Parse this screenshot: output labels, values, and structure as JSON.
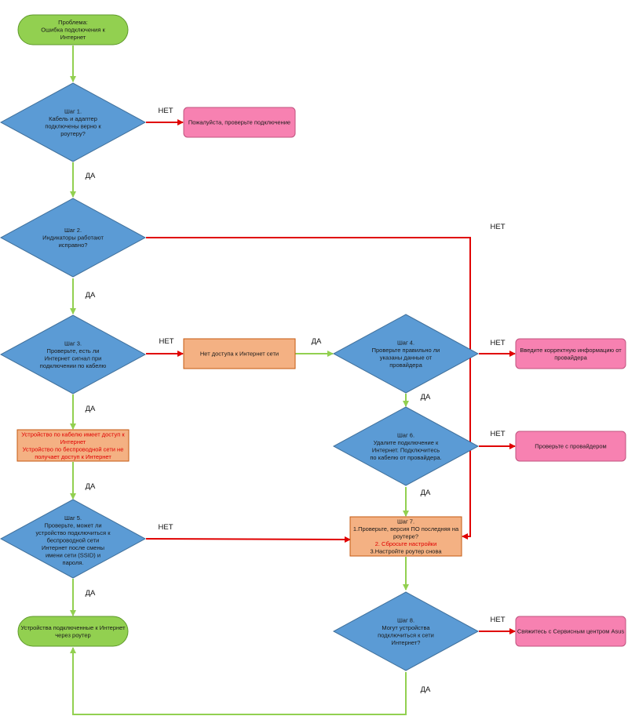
{
  "colors": {
    "terminal": "#92d050",
    "terminal_stroke": "#5f9a2b",
    "decision": "#5b9bd5",
    "decision_stroke": "#41719c",
    "process": "#f4b183",
    "process_stroke": "#c55a11",
    "alert": "#f781b1",
    "alert_stroke": "#c0547f",
    "edge_yes": "#92d050",
    "edge_no": "#e00000",
    "text_red": "#e00000"
  },
  "nodes": {
    "start": {
      "lines": [
        "Проблема:",
        "Ошибка подключения к",
        "Интернет"
      ]
    },
    "step1": {
      "lines": [
        "Шаг 1.",
        "Кабель и адаптер",
        "подключены верно к",
        "роутеру?"
      ]
    },
    "check_connection": {
      "lines": [
        "Пожалуйста, проверьте подключение"
      ]
    },
    "step2": {
      "lines": [
        "Шаг 2.",
        "Индикаторы работают",
        "исправно?"
      ]
    },
    "step3": {
      "lines": [
        "Шаг 3.",
        "Проверьте, есть ли",
        "Интернет сигнал при",
        "подключении по кабелю"
      ]
    },
    "no_internet": {
      "lines": [
        "Нет доступа к Интернет сети"
      ]
    },
    "step4": {
      "lines": [
        "Шаг 4.",
        "Проверьте правильно ли",
        "указаны данные от",
        "провайдера"
      ]
    },
    "enter_provider_info": {
      "lines": [
        "Введите корректную информацию от",
        "провайдера"
      ]
    },
    "cable_ok_wifi_not": {
      "lines": [
        "Устройство по кабелю имеет доступ к",
        "Интернет",
        "Устройство по беспроводной сети не",
        "получает доступ к Интернет"
      ]
    },
    "step6": {
      "lines": [
        "Шаг 6.",
        "Удалите подключение к",
        "Интернет. Подключитесь",
        "по кабелю от провайдера."
      ]
    },
    "check_with_provider": {
      "lines": [
        "Проверьте с провайдером"
      ]
    },
    "step5": {
      "lines": [
        "Шаг 5.",
        "Проверьте, может ли",
        "устройство подключиться к",
        "беспроводной сети",
        "Интернет после смены",
        "имени сети (SSID) и",
        "пароля."
      ]
    },
    "step7": {
      "lines": [
        "Шаг 7.",
        "1.Проверьте, версия ПО последняя на",
        "роутере?",
        "2. Сбросьте настройки",
        "3.Настройте роутер снова"
      ]
    },
    "devices_connected": {
      "lines": [
        "Устройства подключенные к Интернет",
        "через роутер"
      ]
    },
    "step8": {
      "lines": [
        "Шаг 8.",
        "Могут устройства",
        "подключиться к сети",
        "Интернет?"
      ]
    },
    "contact_asus": {
      "lines": [
        "Свяжитесь с Сервисным центром Asus"
      ]
    }
  },
  "edges": [
    {
      "from": "start",
      "to": "step1",
      "kind": "yes",
      "label": ""
    },
    {
      "from": "step1",
      "to": "check_connection",
      "kind": "no",
      "label": "НЕТ"
    },
    {
      "from": "step1",
      "to": "step2",
      "kind": "yes",
      "label": "ДА"
    },
    {
      "from": "step2",
      "to": "step7",
      "kind": "no",
      "label": "НЕТ"
    },
    {
      "from": "step2",
      "to": "step3",
      "kind": "yes",
      "label": "ДА"
    },
    {
      "from": "step3",
      "to": "no_internet",
      "kind": "no",
      "label": "НЕТ"
    },
    {
      "from": "no_internet",
      "to": "step4",
      "kind": "yes",
      "label": "ДА"
    },
    {
      "from": "step4",
      "to": "enter_provider_info",
      "kind": "no",
      "label": "НЕТ"
    },
    {
      "from": "step3",
      "to": "cable_ok_wifi_not",
      "kind": "yes",
      "label": "ДА"
    },
    {
      "from": "step4",
      "to": "step6",
      "kind": "yes",
      "label": "ДА"
    },
    {
      "from": "step6",
      "to": "check_with_provider",
      "kind": "no",
      "label": "НЕТ"
    },
    {
      "from": "cable_ok_wifi_not",
      "to": "step5",
      "kind": "yes",
      "label": "ДА"
    },
    {
      "from": "step6",
      "to": "step7",
      "kind": "yes",
      "label": "ДА"
    },
    {
      "from": "step5",
      "to": "step7",
      "kind": "no",
      "label": "НЕТ"
    },
    {
      "from": "step5",
      "to": "devices_connected",
      "kind": "yes",
      "label": "ДА"
    },
    {
      "from": "step7",
      "to": "step8",
      "kind": "yes",
      "label": ""
    },
    {
      "from": "step8",
      "to": "contact_asus",
      "kind": "no",
      "label": "НЕТ"
    },
    {
      "from": "step8",
      "to": "devices_connected",
      "kind": "yes",
      "label": "ДА"
    }
  ]
}
